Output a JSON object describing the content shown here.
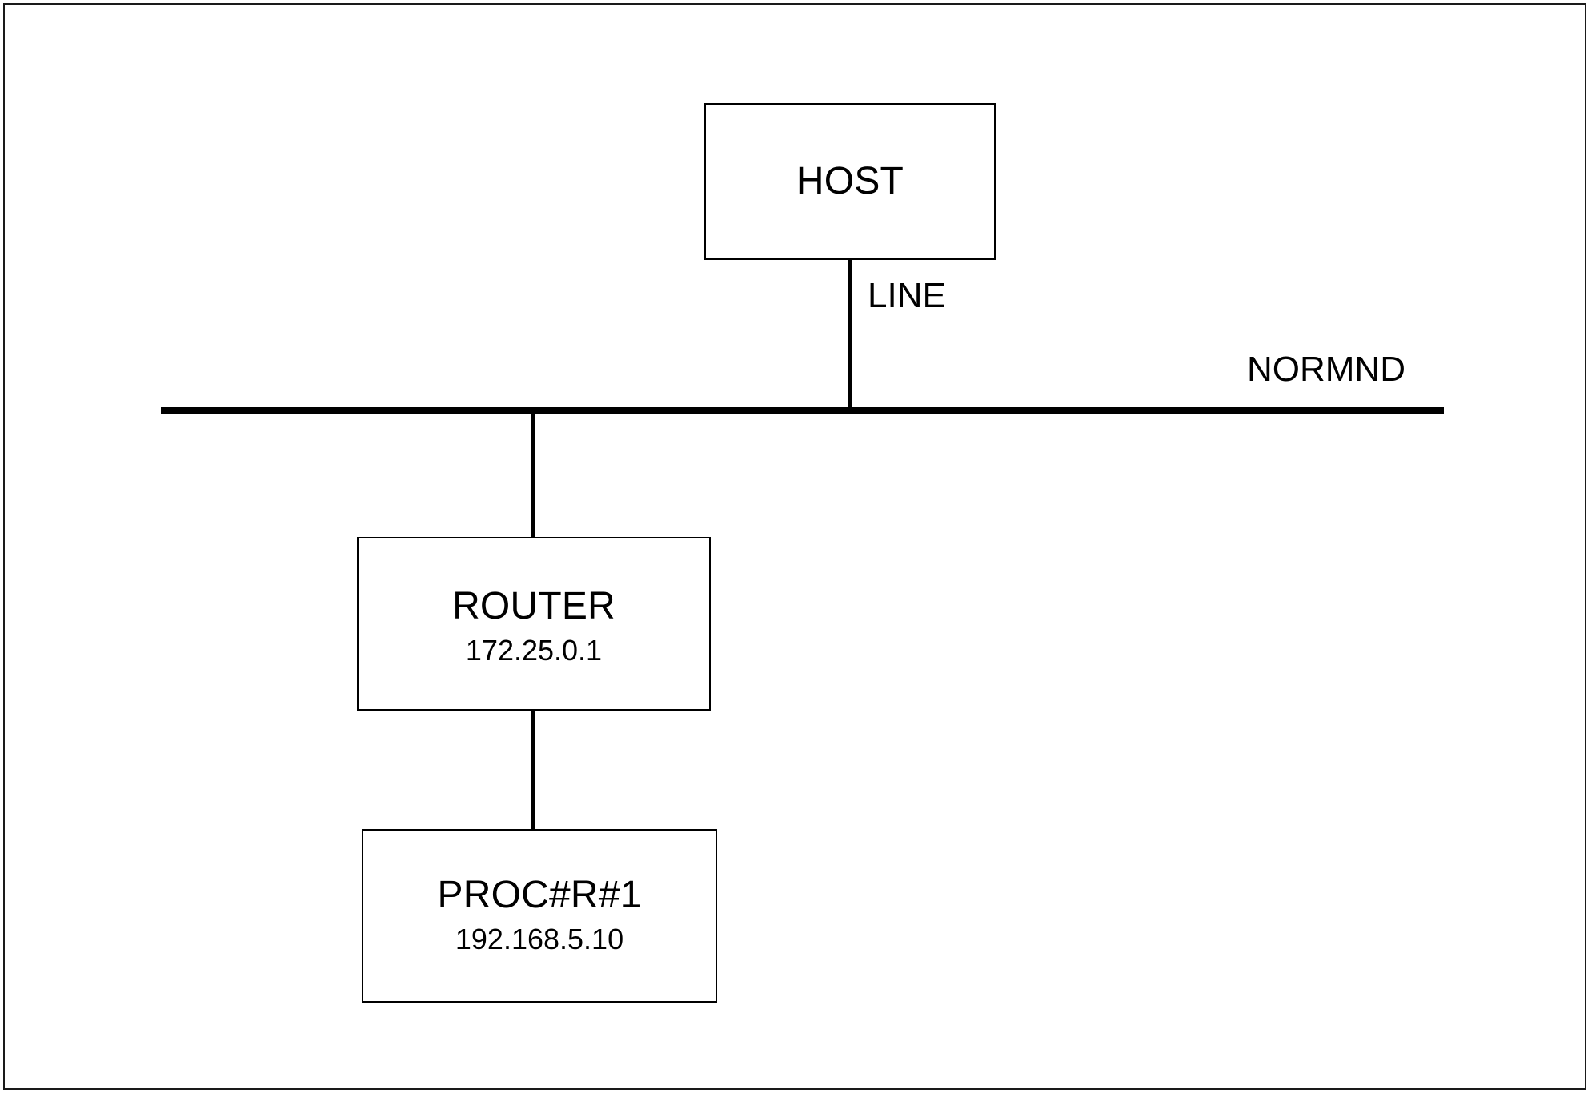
{
  "diagram": {
    "type": "network-topology",
    "background_color": "#ffffff",
    "line_color": "#000000",
    "frame": {
      "present": true,
      "color": "#1a1a1a"
    },
    "nodes": [
      {
        "id": "host",
        "title": "HOST",
        "ip": "",
        "shape": "rectangle"
      },
      {
        "id": "router",
        "title": "ROUTER",
        "ip": "172.25.0.1",
        "shape": "rectangle"
      },
      {
        "id": "proc",
        "title": "PROC#R#1",
        "ip": "192.168.5.10",
        "shape": "rectangle"
      }
    ],
    "segments": [
      {
        "id": "normnd",
        "label": "NORMND",
        "style": "thick-horizontal-bus"
      }
    ],
    "links": [
      {
        "id": "host-to-bus",
        "label": "LINE",
        "from": "host",
        "to": "normnd"
      },
      {
        "id": "bus-to-router",
        "label": "",
        "from": "normnd",
        "to": "router"
      },
      {
        "id": "router-to-proc",
        "label": "",
        "from": "router",
        "to": "proc"
      }
    ]
  }
}
